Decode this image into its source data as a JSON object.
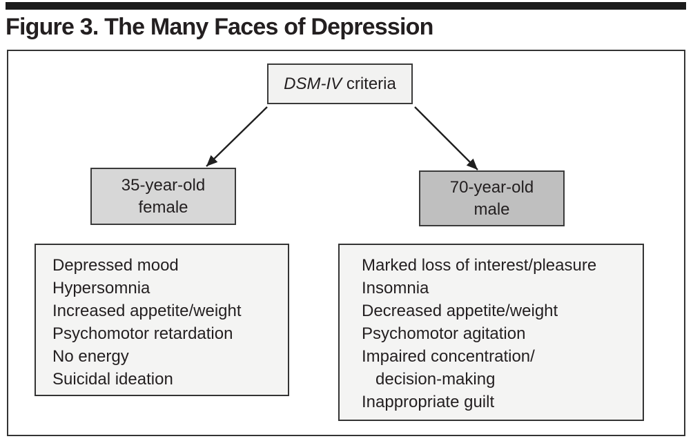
{
  "figure": {
    "title": "Figure 3. The Many Faces of Depression"
  },
  "diagram": {
    "root": {
      "italic_text": "DSM-IV",
      "plain_text": " criteria"
    },
    "left_branch": {
      "patient_line1": "35-year-old",
      "patient_line2": "female",
      "symptoms": [
        "Depressed mood",
        "Hypersomnia",
        "Increased appetite/weight",
        "Psychomotor retardation",
        "No energy",
        "Suicidal ideation"
      ]
    },
    "right_branch": {
      "patient_line1": "70-year-old",
      "patient_line2": "male",
      "symptoms": [
        "Marked loss of interest/pleasure",
        "Insomnia",
        "Decreased appetite/weight",
        "Psychomotor agitation",
        "Impaired concentration/",
        "   decision-making",
        "Inappropriate guilt"
      ]
    },
    "colors": {
      "top_bar": "#1c1c1c",
      "text": "#231f20",
      "border": "#333333",
      "root_box_fill": "#f2f2f1",
      "left_patient_fill": "#d7d7d7",
      "right_patient_fill": "#bfbfbf",
      "symptom_box_fill": "#f4f4f3",
      "arrow": "#1f1f1f"
    }
  }
}
